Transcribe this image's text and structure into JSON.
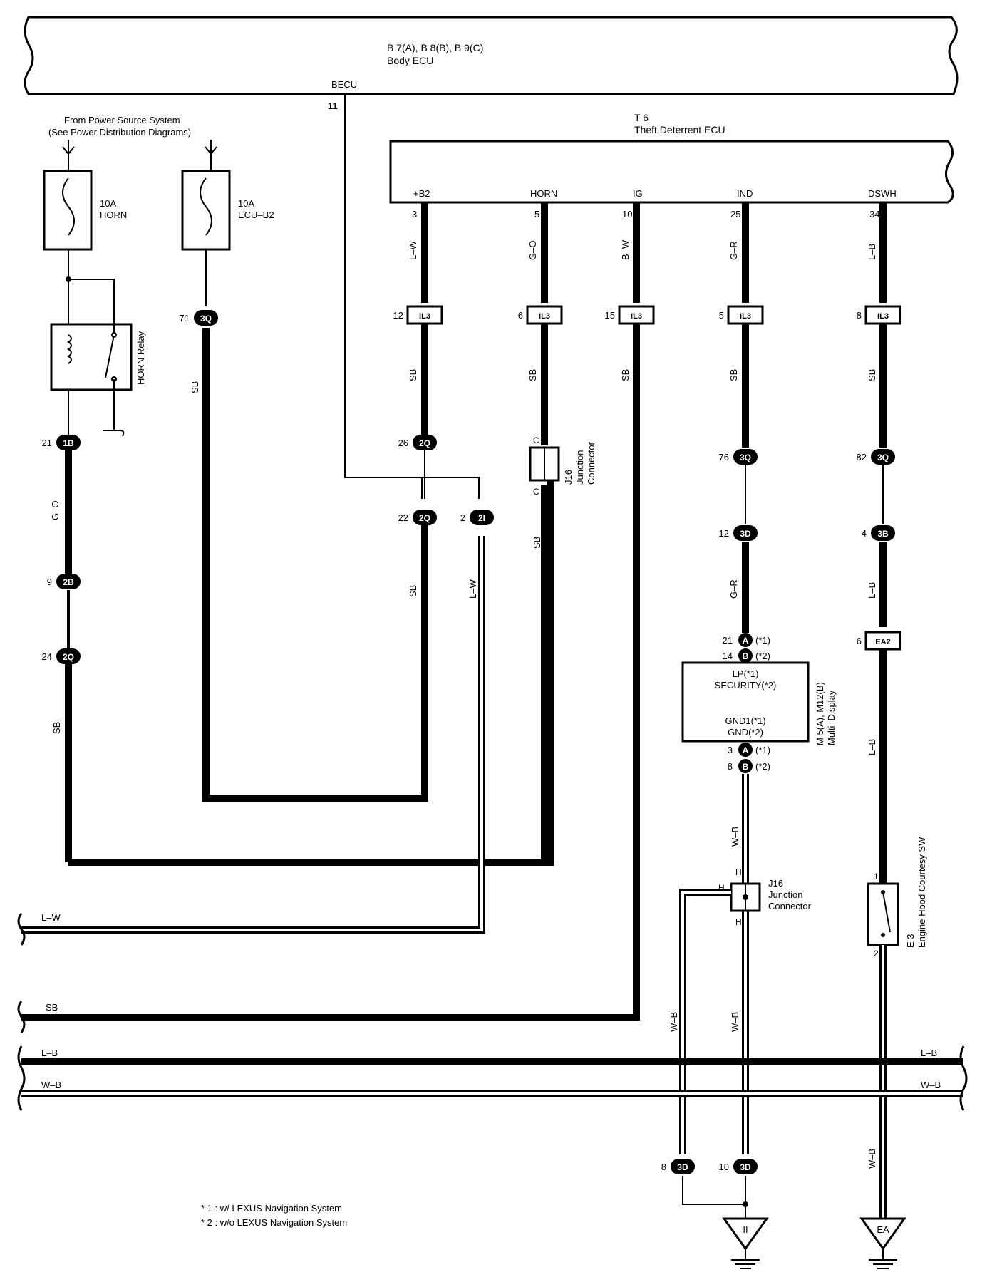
{
  "body_ecu": {
    "codes": "B 7(A), B 8(B), B 9(C)",
    "name": "Body ECU",
    "terminal_name": "BECU",
    "terminal_no": "11"
  },
  "theft_ecu": {
    "code": "T 6",
    "name": "Theft Deterrent ECU",
    "pins": [
      {
        "name": "+B2",
        "no": "3",
        "wire": "L–W"
      },
      {
        "name": "HORN",
        "no": "5",
        "wire": "G–O"
      },
      {
        "name": "IG",
        "no": "10",
        "wire": "B–W"
      },
      {
        "name": "IND",
        "no": "25",
        "wire": "G–R"
      },
      {
        "name": "DSWH",
        "no": "34",
        "wire": "L–B"
      }
    ]
  },
  "power_source": {
    "line1": "From Power Source System",
    "line2": "(See Power Distribution Diagrams)"
  },
  "fuses": [
    {
      "rating": "10A",
      "name": "HORN"
    },
    {
      "rating": "10A",
      "name": "ECU–B2"
    }
  ],
  "horn_relay": {
    "label": "HORN Relay"
  },
  "connectors": [
    {
      "pin": "71",
      "code": "3Q"
    },
    {
      "pin": "21",
      "code": "1B"
    },
    {
      "pin": "9",
      "code": "2B"
    },
    {
      "pin": "24",
      "code": "2Q"
    },
    {
      "pin": "26",
      "code": "2Q"
    },
    {
      "pin": "22",
      "code": "2Q"
    },
    {
      "pin": "2",
      "code": "2I"
    },
    {
      "pin": "12",
      "code": "IL3"
    },
    {
      "pin": "6",
      "code": "IL3"
    },
    {
      "pin": "15",
      "code": "IL3"
    },
    {
      "pin": "5",
      "code": "IL3"
    },
    {
      "pin": "8",
      "code": "IL3"
    },
    {
      "pin": "76",
      "code": "3Q"
    },
    {
      "pin": "82",
      "code": "3Q"
    },
    {
      "pin": "12",
      "code": "3D"
    },
    {
      "pin": "4",
      "code": "3B"
    },
    {
      "pin": "6",
      "code": "EA2"
    },
    {
      "pin": "8",
      "code": "3D"
    },
    {
      "pin": "10",
      "code": "3D"
    }
  ],
  "wire_labels": {
    "sb": "SB",
    "lw": "L–W",
    "go": "G–O",
    "gr": "G–R",
    "lb": "L–B",
    "wb": "W–B",
    "bw": "B–W"
  },
  "junction_j16_upper": {
    "code": "J16",
    "line1": "Junction",
    "line2": "Connector",
    "pin": "C"
  },
  "junction_j16_lower": {
    "code": "J16",
    "line1": "Junction",
    "line2": "Connector",
    "pin": "H"
  },
  "multi_display": {
    "code": "M 5(A), M12(B)",
    "name": "Multi–Display",
    "line1": "LP(*1)",
    "line2": "SECURITY(*2)",
    "line3": "GND1(*1)",
    "line4": "GND(*2)",
    "pins": [
      {
        "no": "21",
        "conn": "A",
        "note": "(*1)"
      },
      {
        "no": "14",
        "conn": "B",
        "note": "(*2)"
      },
      {
        "no": "3",
        "conn": "A",
        "note": "(*1)"
      },
      {
        "no": "8",
        "conn": "B",
        "note": "(*2)"
      }
    ]
  },
  "hood_switch": {
    "code": "E 3",
    "name": "Engine Hood Courtesy SW",
    "pin1": "1",
    "pin2": "2"
  },
  "grounds": [
    {
      "label": "II"
    },
    {
      "label": "EA"
    }
  ],
  "footnotes": [
    "* 1 : w/ LEXUS Navigation System",
    "* 2 : w/o LEXUS Navigation System"
  ]
}
